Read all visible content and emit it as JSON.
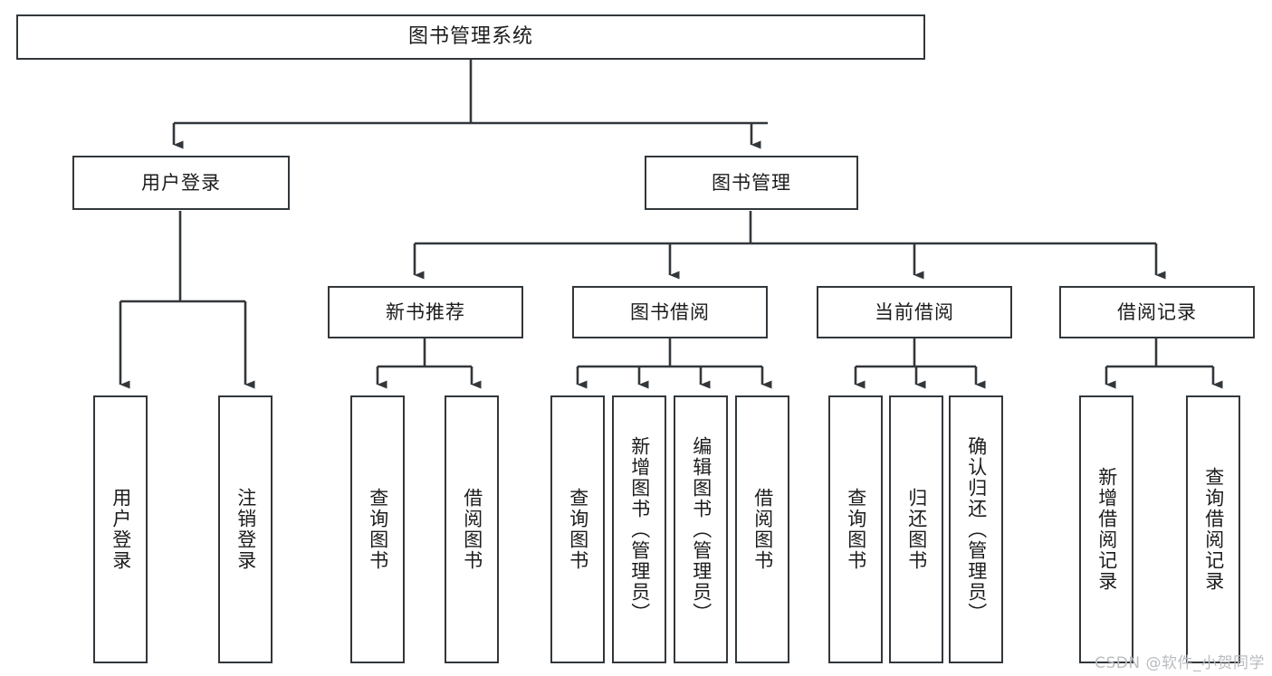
{
  "diagram": {
    "title": "图书管理系统",
    "type": "tree",
    "watermark": "CSDN @软件_小贺同学",
    "colors": {
      "border": "#32373b",
      "background": "#ffffff",
      "text": "#1c1c1c",
      "watermark": "#b9bcc0"
    },
    "root": {
      "label": "图书管理系统"
    },
    "level2": [
      {
        "label": "用户登录"
      },
      {
        "label": "图书管理"
      }
    ],
    "level3": [
      {
        "label": "新书推荐"
      },
      {
        "label": "图书借阅"
      },
      {
        "label": "当前借阅"
      },
      {
        "label": "借阅记录"
      }
    ],
    "leaves": {
      "user_login": [
        {
          "label": "用户登录"
        },
        {
          "label": "注销登录"
        }
      ],
      "new_book_recommend": [
        {
          "label": "查询图书"
        },
        {
          "label": "借阅图书"
        }
      ],
      "book_borrow": [
        {
          "label": "查询图书"
        },
        {
          "label": "新增图书（管理员）"
        },
        {
          "label": "编辑图书（管理员）"
        },
        {
          "label": "借阅图书"
        }
      ],
      "current_borrow": [
        {
          "label": "查询图书"
        },
        {
          "label": "归还图书"
        },
        {
          "label": "确认归还（管理员）"
        }
      ],
      "borrow_record": [
        {
          "label": "新增借阅记录"
        },
        {
          "label": "查询借阅记录"
        }
      ]
    }
  }
}
